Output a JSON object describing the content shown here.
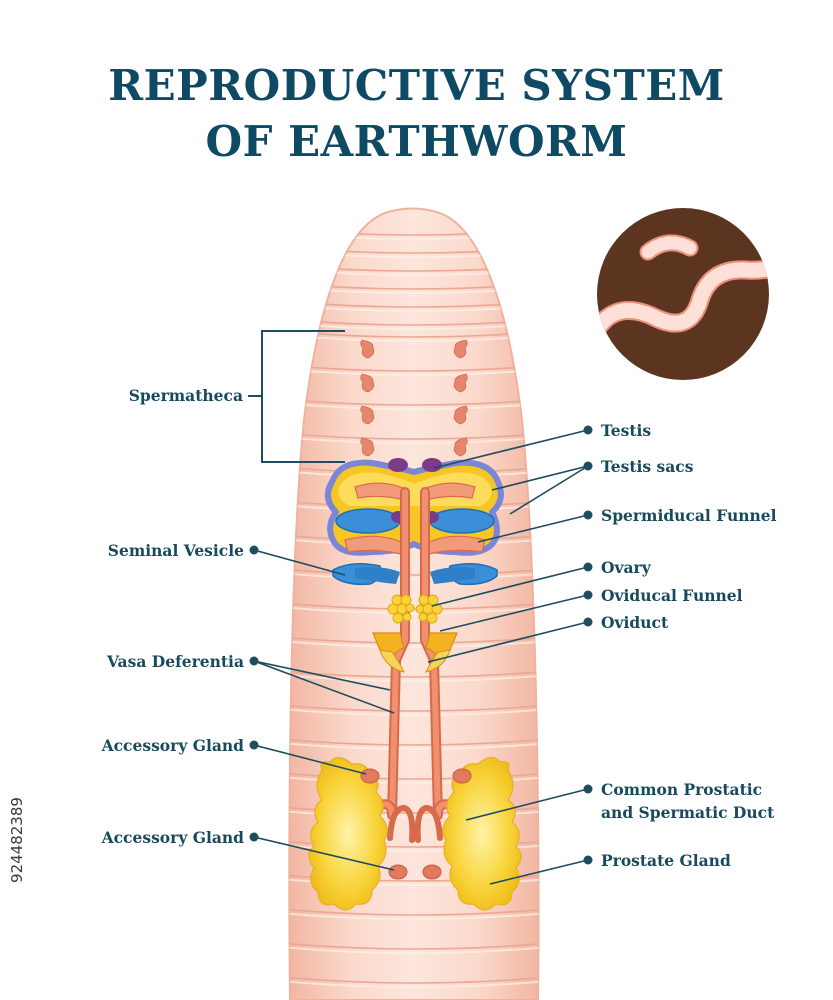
{
  "title": {
    "line1": "REPRODUCTIVE SYSTEM",
    "line2": "OF EARTHWORM"
  },
  "labels": {
    "spermatheca": "Spermatheca",
    "testis": "Testis",
    "testis_sacs": "Testis sacs",
    "spermiducal_funnel": "Spermiducal Funnel",
    "seminal_vesicle": "Seminal Vesicle",
    "ovary": "Ovary",
    "oviducal_funnel": "Oviducal Funnel",
    "oviduct": "Oviduct",
    "vasa_deferentia": "Vasa Deferentia",
    "accessory_gland_1": "Accessory Gland",
    "accessory_gland_2": "Accessory Gland",
    "common_duct_line1": "Common Prostatic",
    "common_duct_line2": "and Spermatic Duct",
    "prostate_gland": "Prostate Gland"
  },
  "watermark": "924482389",
  "colors": {
    "title": "#0e4a63",
    "label": "#174a5e",
    "body": "#f6c7b5",
    "segment_line": "#e9a994",
    "duct": "#e07a55",
    "seminal_vesicle": "#3d94d8",
    "testis_sac": "#f5c31c",
    "testis_sac_outline": "#7a86d6",
    "testis": "#7a3a8a",
    "prostate": "#f3c21a",
    "soil": "#5b3520",
    "worm_icon": "#f49c8a"
  }
}
